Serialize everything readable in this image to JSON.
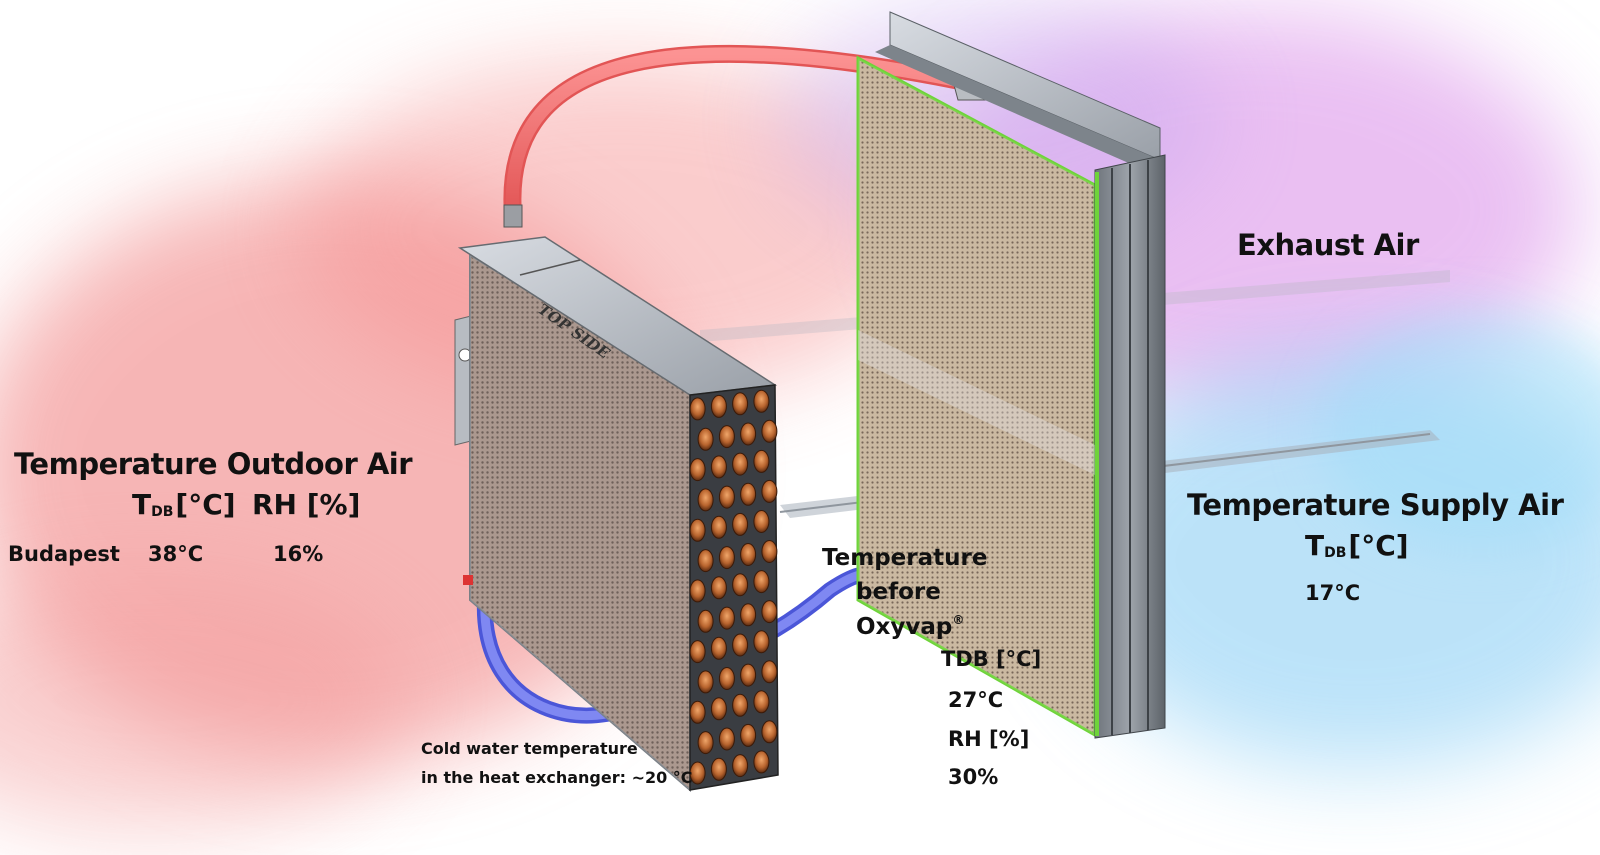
{
  "outdoor": {
    "title": "Temperature Outdoor Air",
    "tdb_main": "T",
    "tdb_sub": "DB",
    "tdb_unit": "[°C]",
    "rh_header": "RH [%]",
    "city": "Budapest",
    "temperature": "38°C",
    "humidity": "16%"
  },
  "exhaust": {
    "title": "Exhaust Air"
  },
  "supply": {
    "title": "Temperature Supply Air",
    "tdb_main": "T",
    "tdb_sub": "DB",
    "tdb_unit": "[°C]",
    "temperature": "17°C"
  },
  "before_oxyvap": {
    "line1": "Temperature",
    "line2": "before",
    "line3": "Oxyvap",
    "mark": "®",
    "tdb_header": "TDB [°C]",
    "temperature": "27°C",
    "rh_header": "RH [%]",
    "humidity": "30%"
  },
  "cold_water": {
    "line1": "Cold water temperature",
    "line2": "in the heat exchanger: ~20 °C"
  },
  "exchanger": {
    "engraving": "TOP SIDE"
  },
  "colors": {
    "hot_air": "#f07a7a",
    "exhaust_air": "#d98ce8",
    "supply_air": "#8fd0f5",
    "hot_pipe": "#f26a6a",
    "cold_pipe": "#6f78ee",
    "copper": "#b8642e",
    "frame_green": "#6fd33a"
  }
}
